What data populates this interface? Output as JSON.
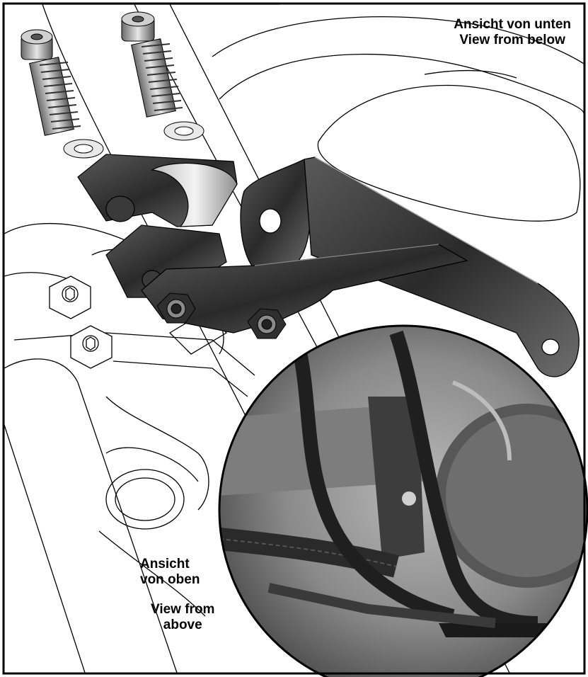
{
  "labels": {
    "view_below_de": "Ansicht von unten",
    "view_below_en": "View from below",
    "view_above_de_line1": "Ansicht",
    "view_above_de_line2": "von oben",
    "view_above_en_line1": "View from",
    "view_above_en_line2": "above"
  },
  "illustration": {
    "style": "black-and-white technical line drawing with grayscale mounting bracket and circular photo inset",
    "colors": {
      "line": "#000000",
      "bracket_dark": "#2b2b2b",
      "bracket_light": "#9a9a9a",
      "photo_tone": "#6f6f6f",
      "background": "#ffffff"
    }
  }
}
